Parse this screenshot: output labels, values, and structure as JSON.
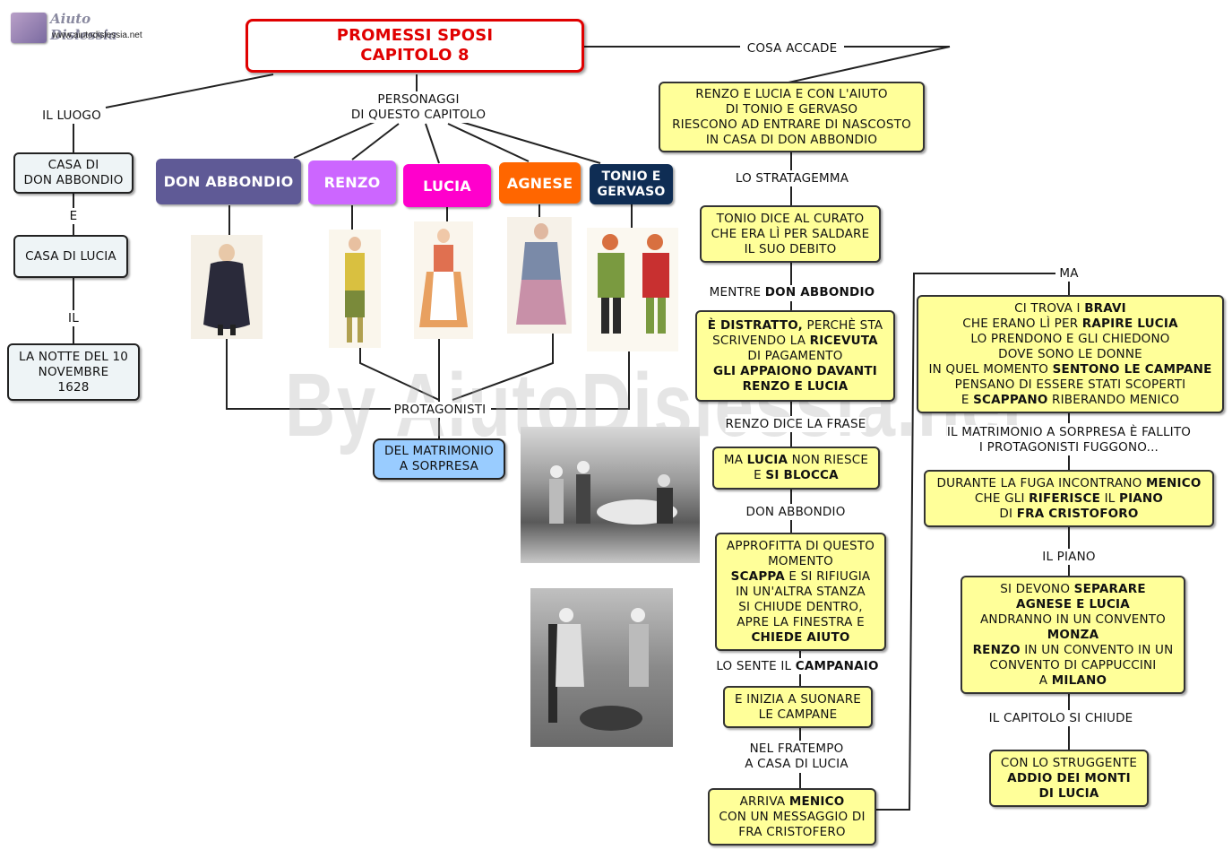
{
  "logo": {
    "name": "Aiuto Dislessia",
    "url": "www.aiutodislessia.net"
  },
  "watermark": "By AiutoDislessia.net",
  "title": {
    "line1": "PROMESSI SPOSI",
    "line2": "CAPITOLO 8"
  },
  "colors": {
    "title_border": "#e00000",
    "title_text": "#e00000",
    "don_abbondio": "#5f5a96",
    "renzo": "#cc66ff",
    "lucia": "#ff00cc",
    "agnese": "#ff6600",
    "tonio_gervaso": "#0f2d54",
    "yellow_box": "#ffff99",
    "grey_box": "#eef4f6",
    "blue_box": "#99ccff"
  },
  "left": {
    "luogo_label": "IL LUOGO",
    "casa_don": [
      "CASA DI",
      "DON ABBONDIO"
    ],
    "e_label": "E",
    "casa_lucia": "CASA DI LUCIA",
    "il_label": "IL",
    "notte": [
      "LA NOTTE DEL 10",
      "NOVEMBRE",
      "1628"
    ]
  },
  "personaggi": {
    "label": [
      "PERSONAGGI",
      "DI QUESTO CAPITOLO"
    ],
    "don_abbondio": "DON ABBONDIO",
    "renzo": "RENZO",
    "lucia": "LUCIA",
    "agnese": "AGNESE",
    "tonio_gervaso": [
      "TONIO E",
      "GERVASO"
    ],
    "protagonisti": "PROTAGONISTI",
    "matrimonio": [
      "DEL MATRIMONIO",
      "A SORPRESA"
    ]
  },
  "middle": {
    "cosa_accade": "COSA  ACCADE",
    "box1": [
      "RENZO E LUCIA E CON L'AIUTO",
      "DI TONIO E GERVASO",
      "RIESCONO AD ENTRARE DI NASCOSTO",
      "IN CASA DI DON ABBONDIO"
    ],
    "stratagemma": "LO STRATAGEMMA",
    "box2": [
      "TONIO DICE AL CURATO",
      "CHE ERA LÌ PER SALDARE",
      "IL SUO DEBITO"
    ],
    "mentre": {
      "pre": "MENTRE ",
      "bold": "DON ABBONDIO"
    },
    "box3": {
      "l1_bold": "È DISTRATTO,",
      "l1": " PERCHÈ STA",
      "l2": "SCRIVENDO LA ",
      "l2_bold": "RICEVUTA",
      "l3": "DI PAGAMENTO",
      "l4_bold": "GLI APPAIONO DAVANTI",
      "l5_bold": "RENZO E LUCIA"
    },
    "renzo_dice": "RENZO DICE LA FRASE",
    "box4": {
      "l1a": "MA ",
      "l1_bold": "LUCIA",
      "l1b": " NON RIESCE",
      "l2a": "E ",
      "l2_bold": "SI BLOCCA"
    },
    "don_abbondio_lbl": "DON ABBONDIO",
    "box5": {
      "l1": "APPROFITTA DI QUESTO",
      "l2": "MOMENTO",
      "l3_bold": "SCAPPA",
      "l3": " E SI RIFIUGIA",
      "l4": "IN UN'ALTRA STANZA",
      "l5": "SI CHIUDE DENTRO,",
      "l6": "APRE LA FINESTRA E",
      "l7_bold": "CHIEDE AIUTO"
    },
    "lo_sente": {
      "pre": "LO SENTE IL ",
      "bold": "CAMPANAIO"
    },
    "box6": [
      "E INIZIA A SUONARE",
      "LE CAMPANE"
    ],
    "fratempo": [
      "NEL FRATEMPO",
      "A CASA DI LUCIA"
    ],
    "box7": {
      "l1": "ARRIVA ",
      "l1_bold": "MENICO",
      "l2": "CON UN MESSAGGIO DI",
      "l3": "FRA CRISTOFERO"
    }
  },
  "right": {
    "ma": "MA",
    "box1": {
      "l1": "CI TROVA I ",
      "l1_bold": "BRAVI",
      "l2": "CHE ERANO LÌ PER ",
      "l2_bold": "RAPIRE LUCIA",
      "l3": "LO PRENDONO E GLI CHIEDONO",
      "l4": "DOVE SONO LE DONNE",
      "l5": "IN QUEL MOMENTO ",
      "l5_bold": "SENTONO LE CAMPANE",
      "l6": "PENSANO DI ESSERE STATI SCOPERTI",
      "l7a": "E ",
      "l7_bold": "SCAPPANO",
      "l7b": " RIBERANDO MENICO"
    },
    "fallito": [
      "IL MATRIMONIO A SORPRESA È FALLITO",
      "I PROTAGONISTI FUGGONO..."
    ],
    "box2": {
      "l1": "DURANTE LA FUGA INCONTRANO ",
      "l1_bold": "MENICO",
      "l2a": "CHE GLI ",
      "l2_bold": "RIFERISCE",
      "l2b": " IL ",
      "l2_bold2": "PIANO",
      "l3a": "DI ",
      "l3_bold": "FRA CRISTOFORO"
    },
    "piano": "IL PIANO",
    "box3": {
      "l1": "SI DEVONO ",
      "l1_bold": "SEPARARE",
      "l2_bold": "AGNESE E LUCIA",
      "l3": "ANDRANNO IN UN CONVENTO",
      "l4_bold": "MONZA",
      "l5_bold": "RENZO",
      "l5": " IN UN CONVENTO IN UN",
      "l6": "CONVENTO DI CAPPUCCINI",
      "l7a": "A ",
      "l7_bold": "MILANO"
    },
    "si_chiude": "IL CAPITOLO SI CHIUDE",
    "box4": {
      "l1": "CON LO STRUGGENTE",
      "l2_bold": "ADDIO DEI MONTI",
      "l3_bold": "DI LUCIA"
    }
  }
}
